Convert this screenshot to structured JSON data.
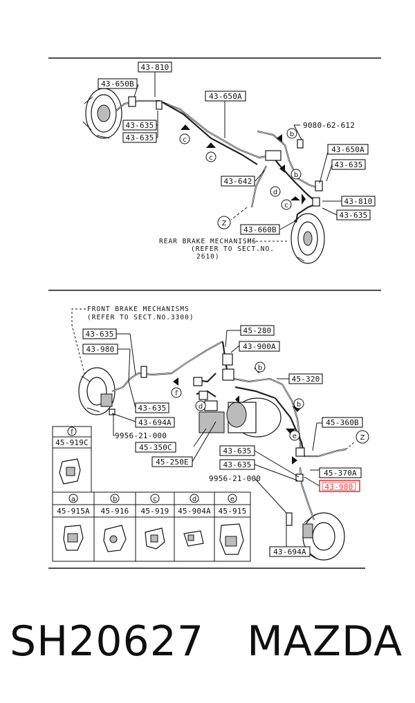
{
  "top_diagram": {
    "labels": {
      "l43_810_top": "43-810",
      "l43_650B": "43-650B",
      "l43_650A_top": "43-650A",
      "l43_635_a": "43-635",
      "l43_635_b": "43-635",
      "l9080": "9080-62-612",
      "l43_650A_right": "43-650A",
      "l43_635_right1": "43-635",
      "l43_642": "43-642",
      "l43_810_right": "43-810",
      "l43_635_right2": "43-635",
      "l43_660B": "43-660B"
    },
    "note": [
      "REAR BRAKE MECHANISMS",
      "(REFER TO SECT.NO.",
      "2610)"
    ],
    "callouts": [
      "c",
      "c",
      "b",
      "b",
      "c",
      "d",
      "Z"
    ]
  },
  "bottom_diagram": {
    "labels": {
      "l43_635_a": "43-635",
      "l43_980": "43-980",
      "l45_280": "45-280",
      "l43_900A": "43-900A",
      "l45_320": "45-320",
      "l43_635_b": "43-635",
      "l43_694A_left": "43-694A",
      "l9956_a": "9956-21-000",
      "l45_350C": "45-350C",
      "l45_250E": "45-250E",
      "l45_360B": "45-360B",
      "l43_635_c": "43-635",
      "l43_635_d": "43-635",
      "l45_370A": "45-370A",
      "l9956_b": "9956-21-000",
      "l43_980_hl": "43-980",
      "l43_694A_right": "43-694A"
    },
    "note": [
      "FRONT BRAKE MECHANISMS",
      "(REFER TO SECT.NO.3300)"
    ],
    "callouts": [
      "f",
      "b",
      "b",
      "e",
      "d",
      "Z"
    ]
  },
  "legend": {
    "f_header": "f",
    "f_part": "45-919C",
    "cols": [
      {
        "letter": "a",
        "part": "45-915A"
      },
      {
        "letter": "b",
        "part": "45-916"
      },
      {
        "letter": "c",
        "part": "45-919"
      },
      {
        "letter": "d",
        "part": "45-904A"
      },
      {
        "letter": "e",
        "part": "45-915"
      }
    ]
  },
  "highlight_color": "#e23b3b",
  "footer": {
    "part_number": "SH20627",
    "brand": "MAZDA"
  }
}
